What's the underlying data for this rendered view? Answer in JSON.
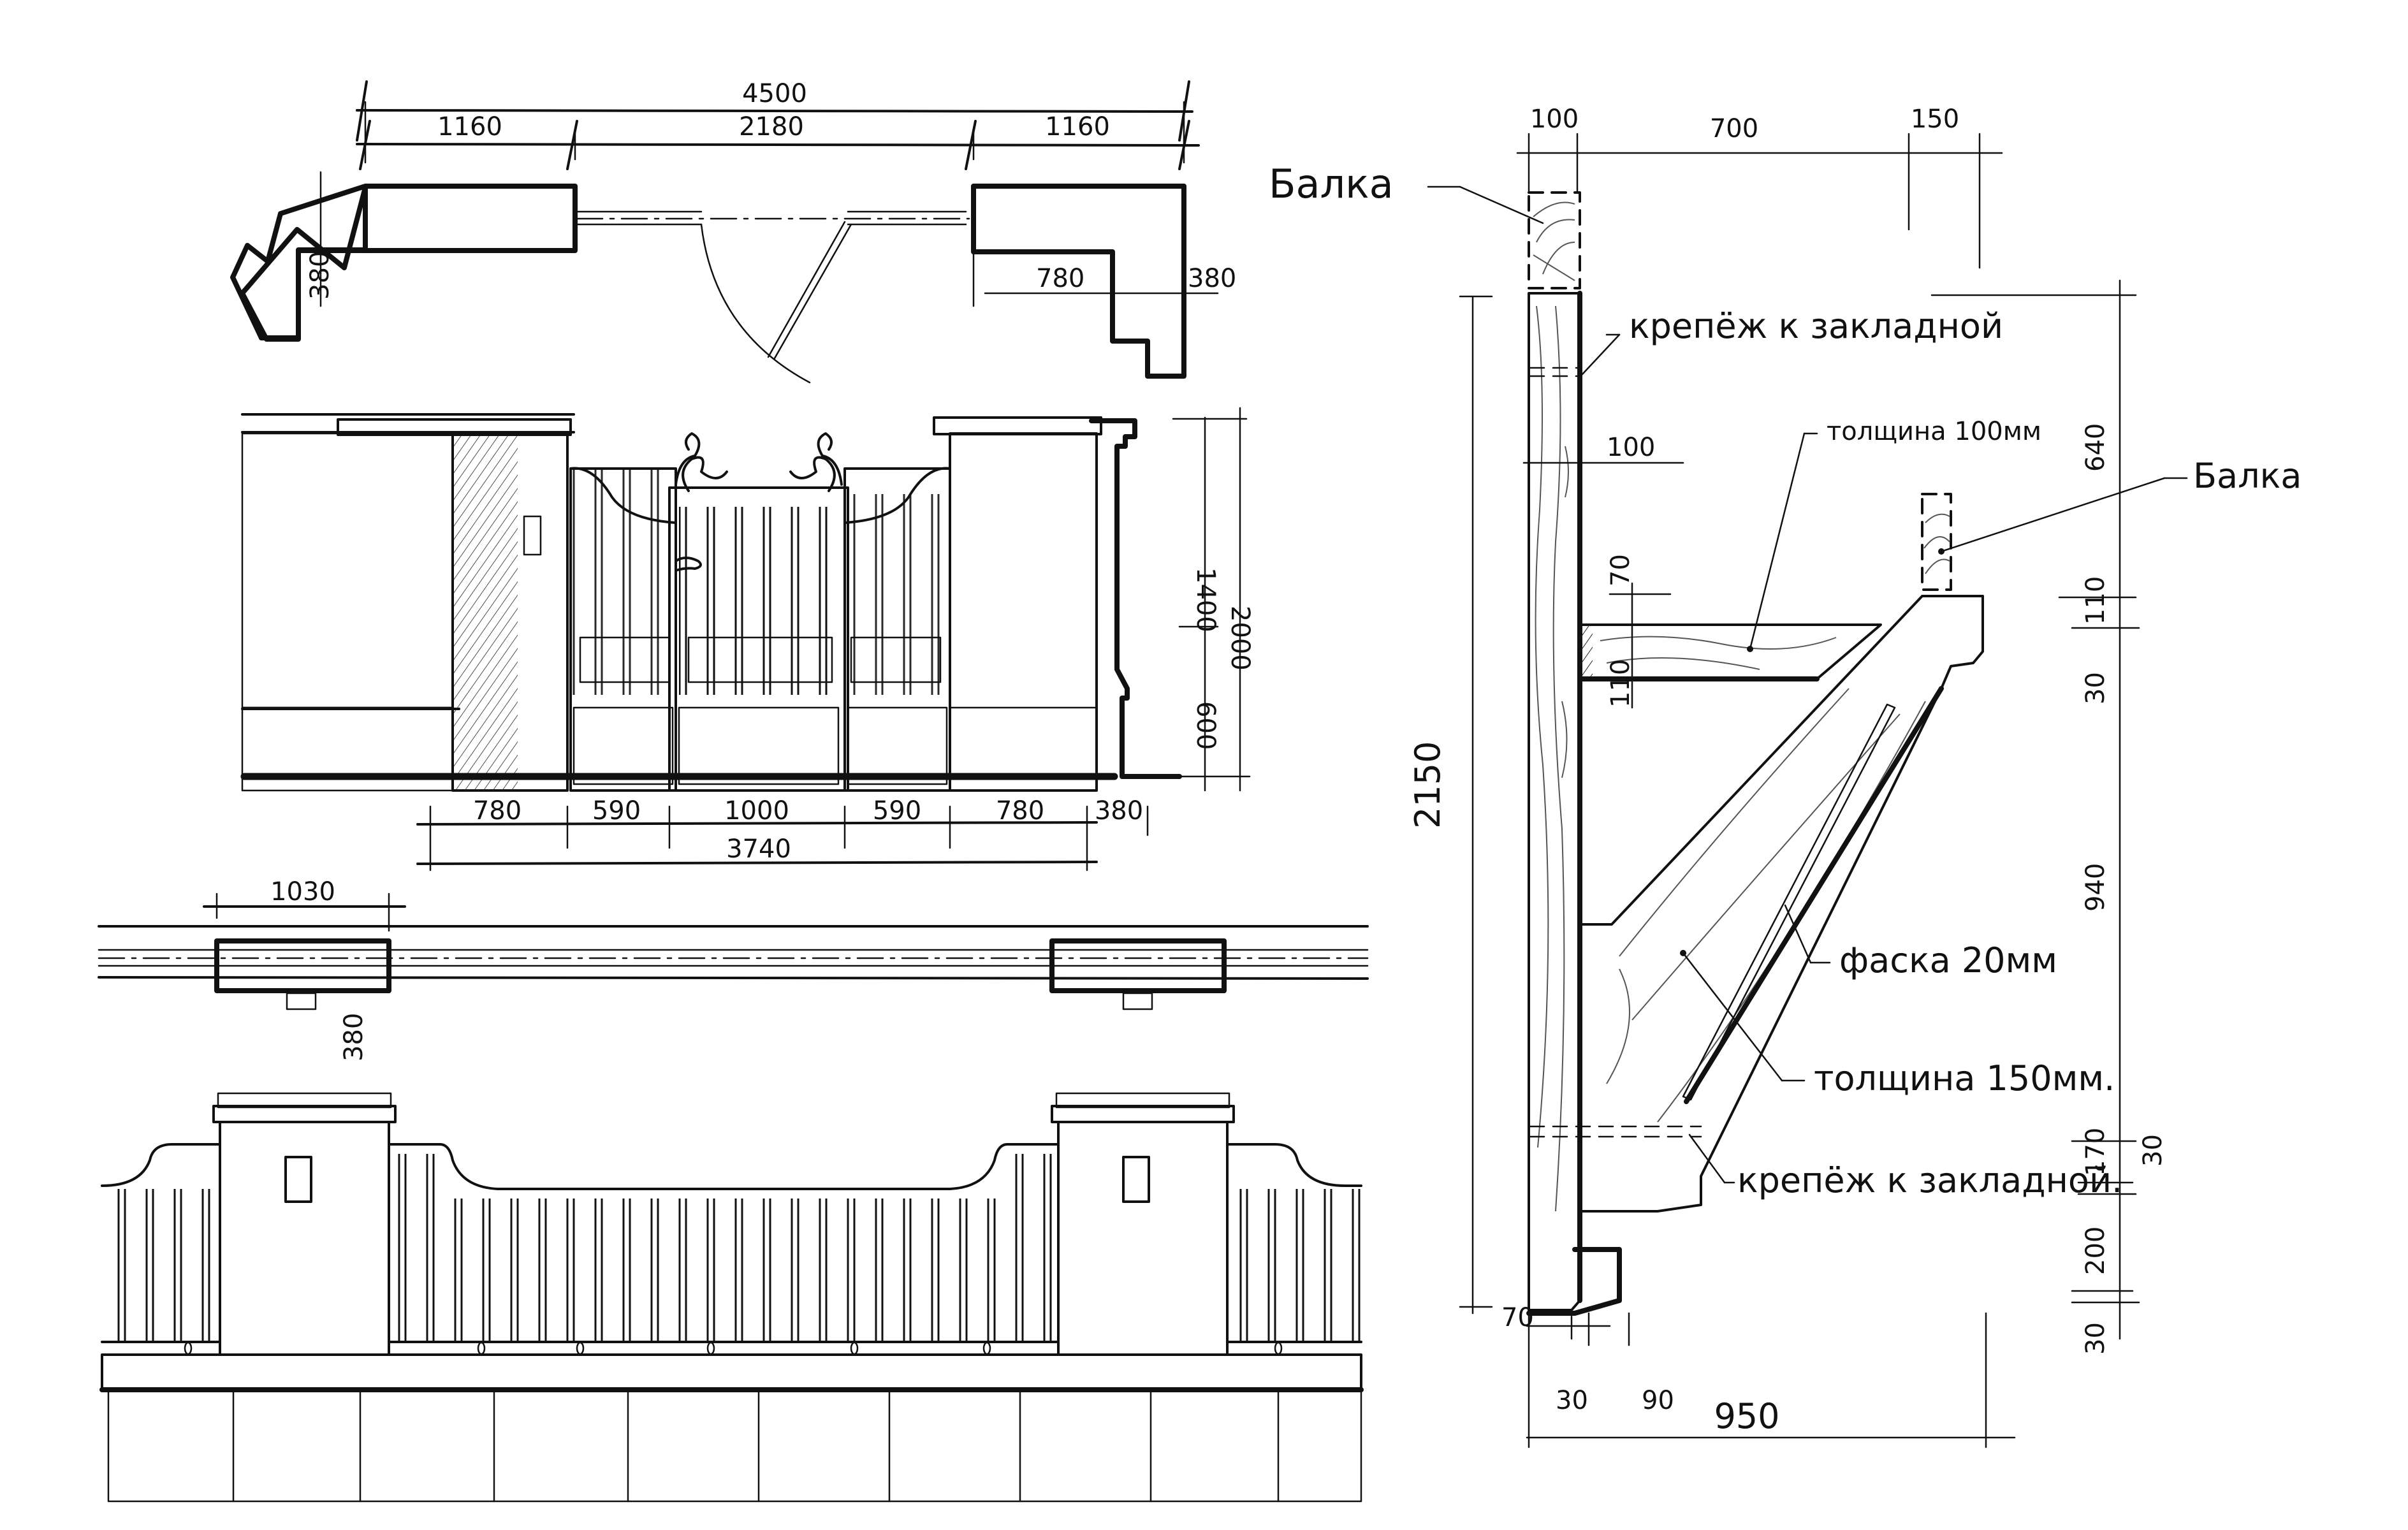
{
  "plan_top": {
    "overall_width": "4500",
    "segments": [
      "1160",
      "2180",
      "1160"
    ],
    "pillar_depth_left": "380",
    "right_wall_length": "780",
    "right_wall_thickness": "380"
  },
  "gate_elevation": {
    "segments": [
      "780",
      "590",
      "1000",
      "590",
      "780",
      "380"
    ],
    "overall_width": "3740",
    "height_upper": "1400",
    "height_total": "2000",
    "height_lower": "600"
  },
  "fence_plan": {
    "pillar_width": "1030",
    "pillar_depth": "380"
  },
  "bracket_detail": {
    "top_segments": [
      "100",
      "700",
      "150"
    ],
    "post_height": "2150",
    "horizontal_member_offset": "100",
    "horizontal_dims": [
      "70",
      "110"
    ],
    "right_dims": [
      "640",
      "110",
      "30",
      "940",
      "170",
      "30",
      "200",
      "30"
    ],
    "bottom_dims": [
      "70",
      "30",
      "90",
      "950"
    ],
    "labels": {
      "beam_top": "Балка",
      "beam_right": "Балка",
      "fixing_top": "крепёж к закладной",
      "thickness_100": "толщина 100мм",
      "chamfer": "фаска 20мм",
      "thickness_150": "толщина 150мм.",
      "fixing_bottom": "крепёж к закладной."
    }
  }
}
